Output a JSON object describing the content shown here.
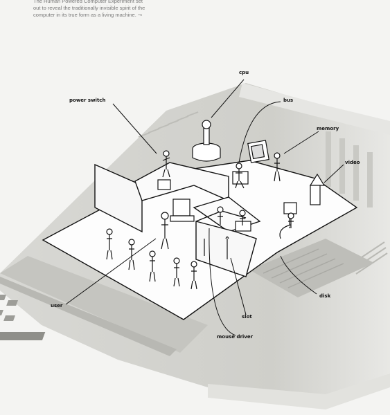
{
  "intro_text": "The Human Powered Computer Experiment set out to reveal the traditionally invisible spirit of the computer in its true form as a living machine. ⊸",
  "labels": {
    "cpu": "cpu",
    "bus": "bus",
    "power_switch": "power switch",
    "memory": "memory",
    "video": "video",
    "user": "user",
    "disk": "disk",
    "slot": "slot",
    "mouse_driver": "mouse driver"
  }
}
